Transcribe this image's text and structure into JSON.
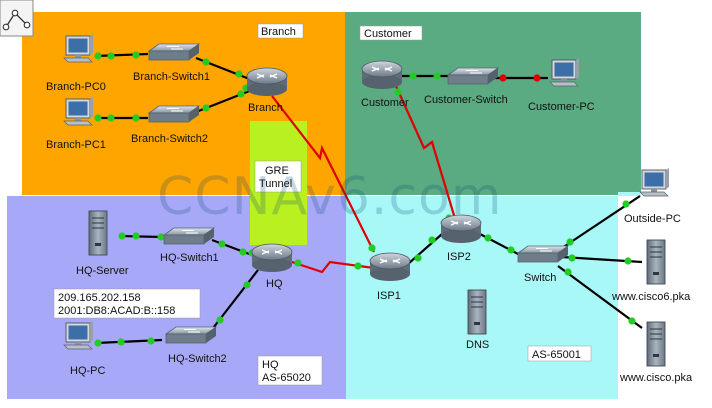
{
  "zones": {
    "branch": "Branch",
    "customer": "Customer",
    "hq_line1": "HQ",
    "hq_line2": "AS-65020",
    "isp": "AS-65001",
    "tunnel_line1": "GRE",
    "tunnel_line2": "Tunnel"
  },
  "devices": {
    "branch_pc0": "Branch-PC0",
    "branch_pc1": "Branch-PC1",
    "branch_switch1": "Branch-Switch1",
    "branch_switch2": "Branch-Switch2",
    "branch_router": "Branch",
    "customer_router": "Customer",
    "customer_switch": "Customer-Switch",
    "customer_pc": "Customer-PC",
    "hq_server": "HQ-Server",
    "hq_switch1": "HQ-Switch1",
    "hq_router": "HQ",
    "hq_switch2": "HQ-Switch2",
    "hq_pc": "HQ-PC",
    "isp1": "ISP1",
    "isp2": "ISP2",
    "isp_switch": "Switch",
    "dns": "DNS",
    "outside_pc": "Outside-PC",
    "cisco6": "www.cisco6.pka",
    "cisco": "www.cisco.pka"
  },
  "server_address": {
    "ipv4": "209.165.202.158",
    "ipv6": "2001:DB8:ACAD:B::158"
  },
  "watermark": "CCNAv6.com",
  "colors": {
    "branch_zone": "#ffa500",
    "customer_zone": "#5aab82",
    "hq_zone": "#a8a8f8",
    "isp_zone": "#a8f8f8",
    "tunnel": "#b8f020",
    "serial_link": "#e00000",
    "ethernet_link": "#000000",
    "link_up": "#22cc22",
    "link_down": "#dd0000"
  }
}
